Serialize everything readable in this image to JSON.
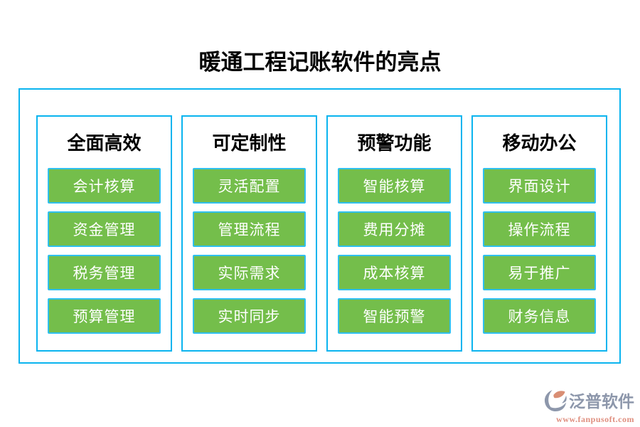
{
  "title": "暖通工程记账软件的亮点",
  "columns": [
    {
      "header": "全面高效",
      "items": [
        "会计核算",
        "资金管理",
        "税务管理",
        "预算管理"
      ]
    },
    {
      "header": "可定制性",
      "items": [
        "灵活配置",
        "管理流程",
        "实际需求",
        "实时同步"
      ]
    },
    {
      "header": "预警功能",
      "items": [
        "智能核算",
        "费用分摊",
        "成本核算",
        "智能预警"
      ]
    },
    {
      "header": "移动办公",
      "items": [
        "界面设计",
        "操作流程",
        "易于推广",
        "财务信息"
      ]
    }
  ],
  "footer": {
    "brand": "泛普软件",
    "url": "www.fanpusoft.com"
  },
  "colors": {
    "accent_cyan": "#0ab4ef",
    "button_green": "#74be4b",
    "brand_slate": "#8d97ab",
    "brand_salmon": "#df8e7e"
  }
}
